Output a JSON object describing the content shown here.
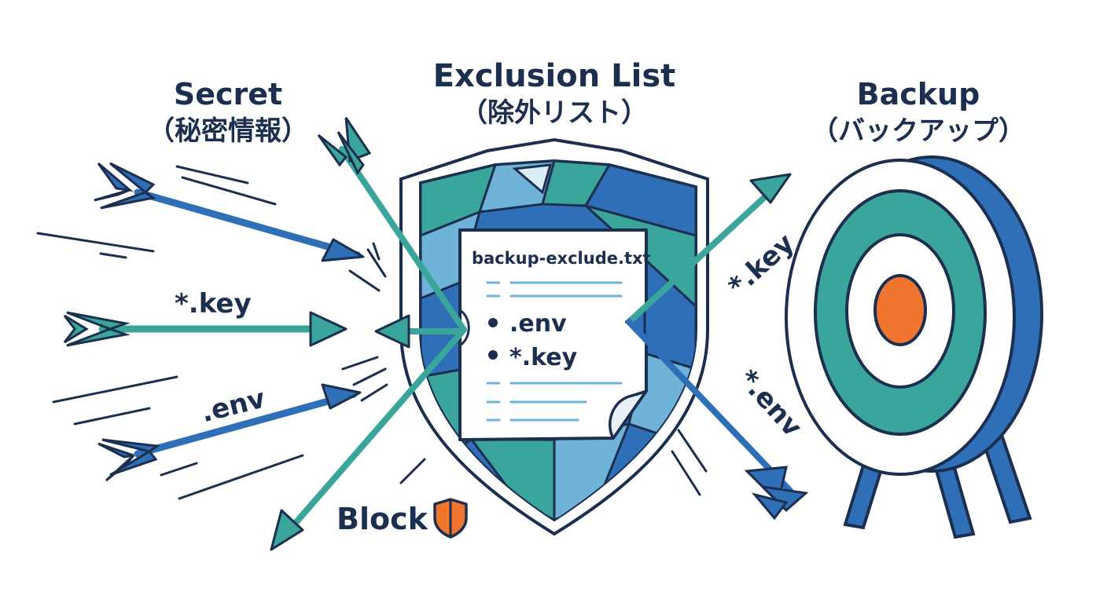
{
  "titles": {
    "secret_en": "Secret",
    "secret_ja": "（秘密情報）",
    "exclusion_en": "Exclusion List",
    "exclusion_ja": "（除外リスト）",
    "backup_en": "Backup",
    "backup_ja": "（バックアップ）"
  },
  "document": {
    "filename": "backup-exclude.txt",
    "entries": [
      ".env",
      "*.key"
    ]
  },
  "arrow_labels": {
    "left_key": "*.key",
    "left_env": ".env",
    "right_key": "*.key",
    "right_env": "*.env"
  },
  "block_label": "Block",
  "colors": {
    "navy": "#1c2f4f",
    "blue": "#2f6fb8",
    "teal": "#3aa59b",
    "light_blue": "#6fb3d9",
    "orange": "#f0752e"
  },
  "icons": [
    "shield-icon",
    "target-icon",
    "document-icon",
    "arrow-icon",
    "block-shield-icon"
  ]
}
